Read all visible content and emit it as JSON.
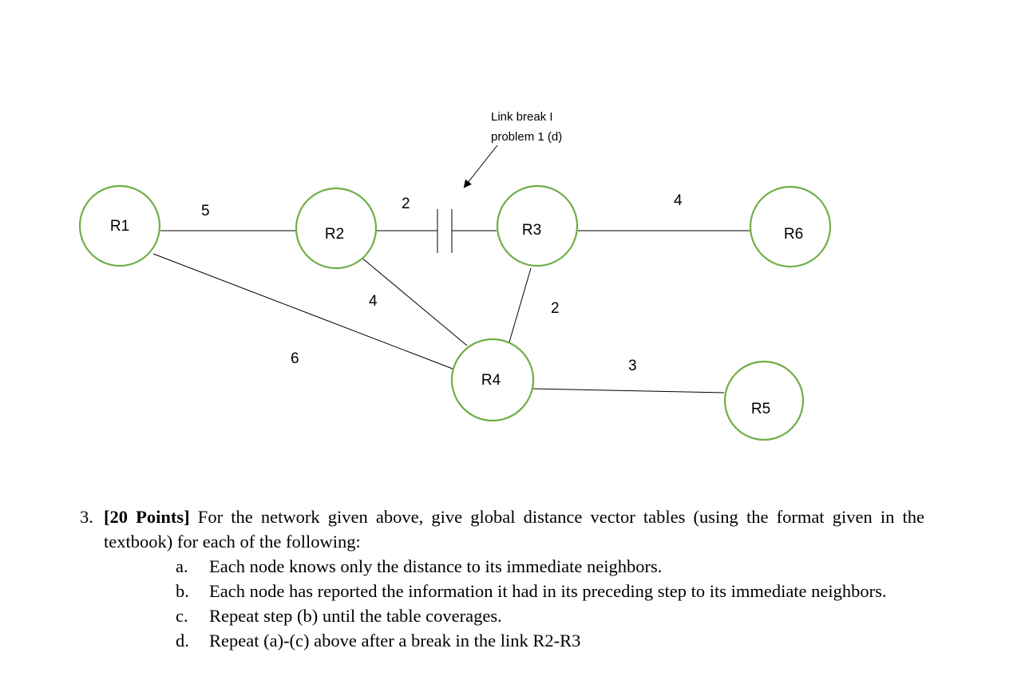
{
  "diagram": {
    "nodes": [
      {
        "id": "R1",
        "label": "R1"
      },
      {
        "id": "R2",
        "label": "R2"
      },
      {
        "id": "R3",
        "label": "R3"
      },
      {
        "id": "R4",
        "label": "R4"
      },
      {
        "id": "R5",
        "label": "R5"
      },
      {
        "id": "R6",
        "label": "R6"
      }
    ],
    "edges": [
      {
        "from": "R1",
        "to": "R2",
        "weight": "5"
      },
      {
        "from": "R2",
        "to": "R3",
        "weight": "2",
        "broken": true
      },
      {
        "from": "R3",
        "to": "R6",
        "weight": "4"
      },
      {
        "from": "R2",
        "to": "R4",
        "weight": "4"
      },
      {
        "from": "R3",
        "to": "R4",
        "weight": "2"
      },
      {
        "from": "R1",
        "to": "R4",
        "weight": "6"
      },
      {
        "from": "R4",
        "to": "R5",
        "weight": "3"
      }
    ],
    "annotation": {
      "line1": "Link break I",
      "line2": "problem 1 (d)"
    },
    "colors": {
      "node_stroke": "#70ad47",
      "edge": "#000000"
    }
  },
  "question": {
    "number": "3.",
    "points": "[20 Points]",
    "text": " For the network given above, give global distance vector tables (using the format given in the textbook) for each of the following:",
    "items": [
      {
        "letter": "a.",
        "text": "Each node knows only the distance to its immediate neighbors."
      },
      {
        "letter": "b.",
        "text": "Each node has reported the information it had in its preceding step to its immediate neighbors."
      },
      {
        "letter": "c.",
        "text": "Repeat step (b) until the table coverages."
      },
      {
        "letter": "d.",
        "text": "Repeat (a)-(c) above after a break in the link R2-R3"
      }
    ]
  }
}
